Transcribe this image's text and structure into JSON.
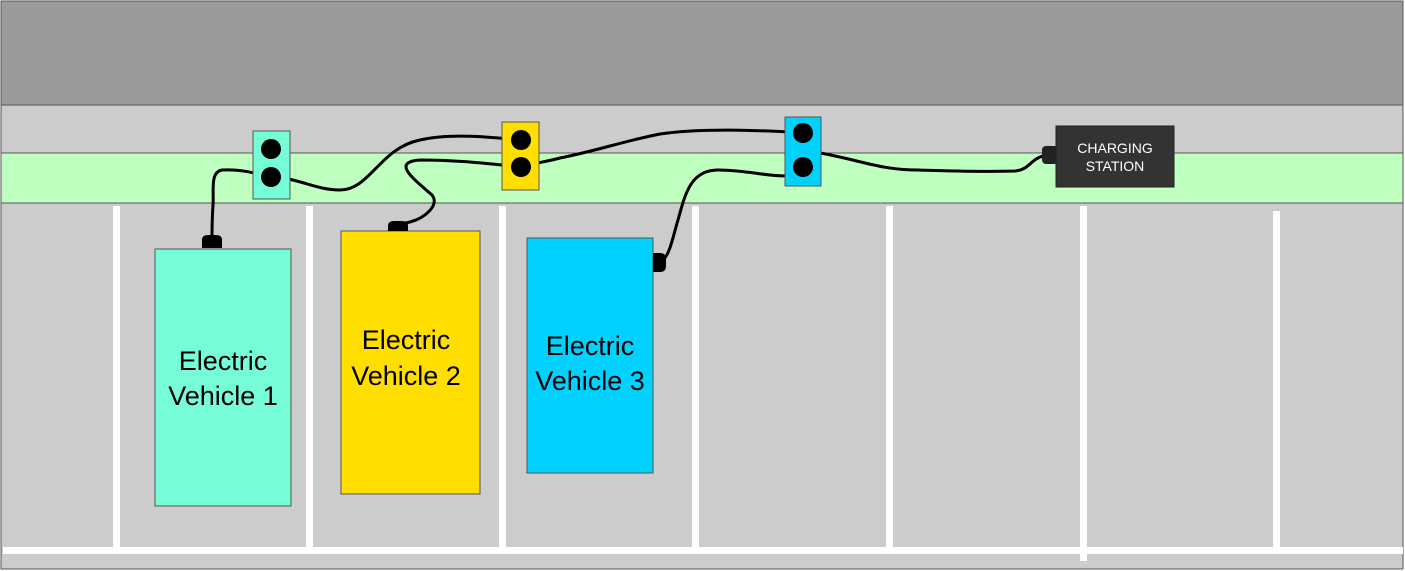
{
  "colors": {
    "building": "#9b9b9b",
    "road": "#cccccc",
    "walkway": "#bfffbf",
    "lines": "#ffffff",
    "cable": "#000000",
    "station": "#333333"
  },
  "vehicles": [
    {
      "label_line1": "Electric",
      "label_line2": "Vehicle 1",
      "color": "#77fcd8"
    },
    {
      "label_line1": "Electric",
      "label_line2": "Vehicle 2",
      "color": "#ffde00"
    },
    {
      "label_line1": "Electric",
      "label_line2": "Vehicle 3",
      "color": "#00d2fd"
    }
  ],
  "station": {
    "label_line1": "CHARGING",
    "label_line2": "STATION"
  }
}
